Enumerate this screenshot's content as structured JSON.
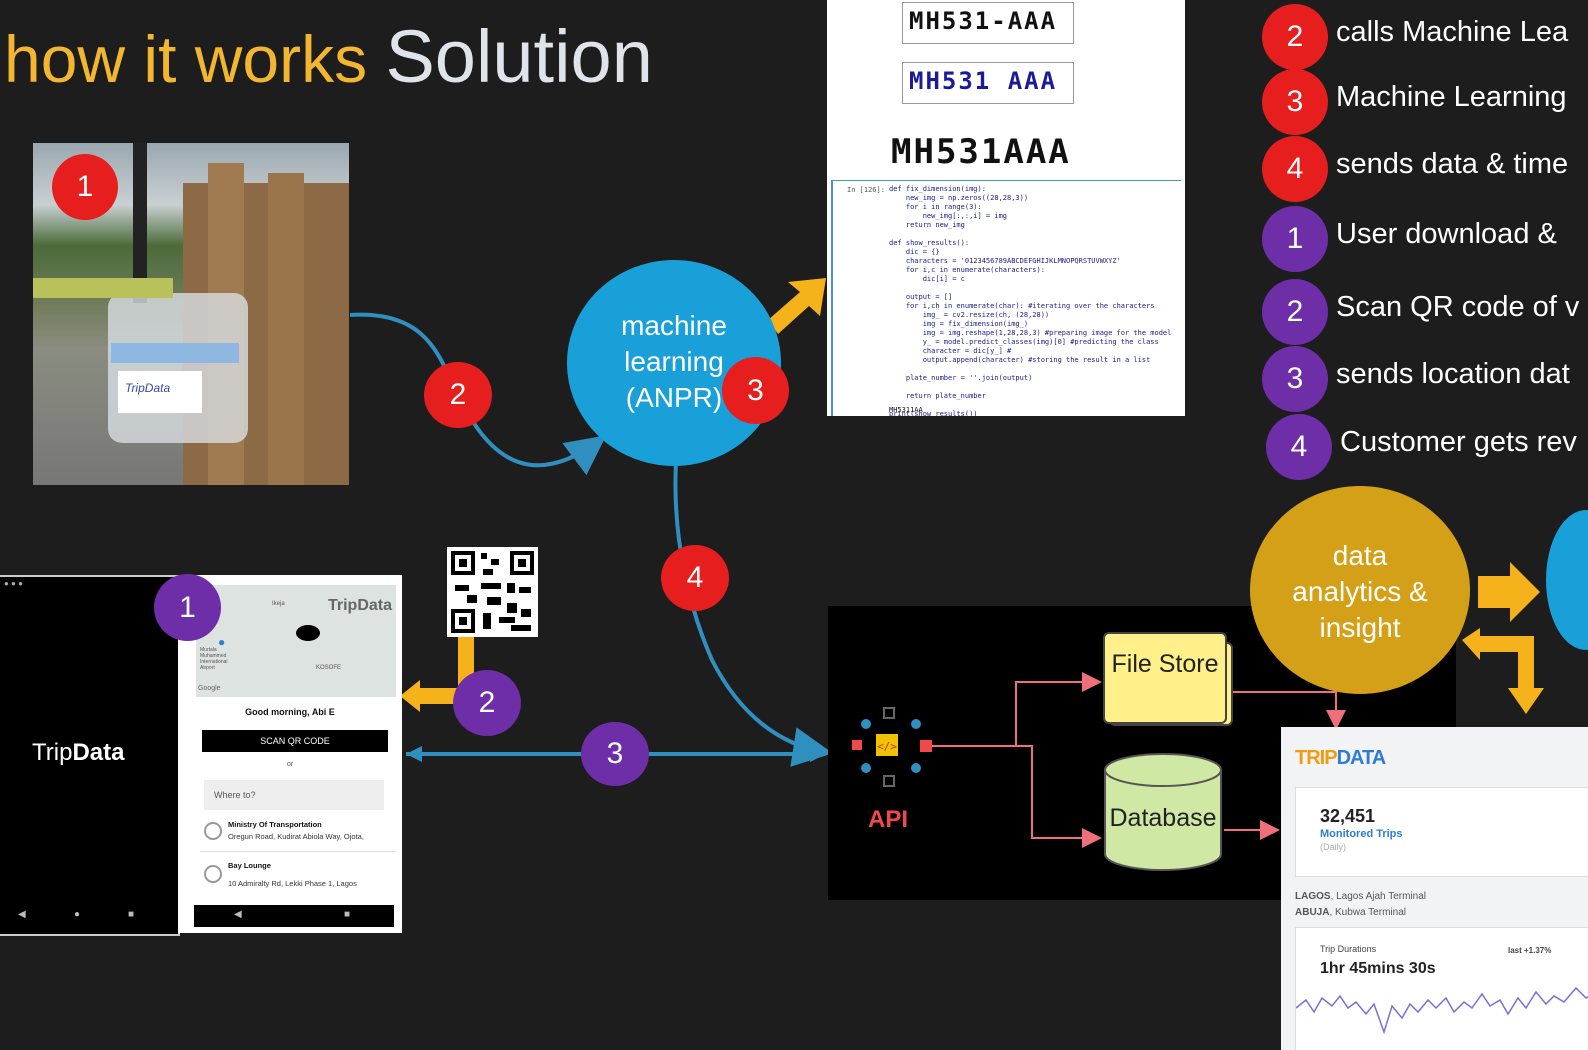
{
  "title": {
    "prefix": "how it works",
    "main": "Solution"
  },
  "legend": [
    {
      "num": "2",
      "color": "red",
      "text": "calls Machine Lea"
    },
    {
      "num": "3",
      "color": "red",
      "text": "Machine Learning"
    },
    {
      "num": "4",
      "color": "red",
      "text": "sends data & time"
    },
    {
      "num": "1",
      "color": "purple",
      "text": "User download &"
    },
    {
      "num": "2",
      "color": "purple",
      "text": "Scan QR code of v"
    },
    {
      "num": "3",
      "color": "purple",
      "text": "sends location dat"
    },
    {
      "num": "4",
      "color": "purple",
      "text": "Customer gets rev"
    }
  ],
  "photo": {
    "sign_text": "TripData"
  },
  "badges": {
    "red_1": "1",
    "red_2": "2",
    "red_3": "3",
    "red_4": "4",
    "purple_1": "1",
    "purple_2": "2",
    "purple_3": "3"
  },
  "ml_node": {
    "text": "machine learning (ANPR)"
  },
  "analytics_node": {
    "text": "data analytics & insight"
  },
  "code_screenshot": {
    "plate_1": "MH531-AAA",
    "plate_2": "MH531 AAA",
    "plate_3": "MH531AAA",
    "cell_label": "In [126]:",
    "code": "def fix_dimension(img):\n    new_img = np.zeros((28,28,3))\n    for i in range(3):\n        new_img[:,:,i] = img\n    return new_img\n\ndef show_results():\n    dic = {}\n    characters = '0123456789ABCDEFGHIJKLMNOPQRSTUVWXYZ'\n    for i,c in enumerate(characters):\n        dic[i] = c\n\n    output = []\n    for i,ch in enumerate(char): #iterating over the characters\n        img_ = cv2.resize(ch, (28,28))\n        img = fix_dimension(img_)\n        img = img.reshape(1,28,28,3) #preparing image for the model\n        y_ = model.predict_classes(img)[0] #predicting the class\n        character = dic[y_] #\n        output.append(character) #storing the result in a list\n\n    plate_number = ''.join(output)\n\n    return plate_number\n\nprint(show_results())",
    "output": "MH5311AA"
  },
  "phone_splash": {
    "brand_a": "Trip",
    "brand_b": "Data"
  },
  "phone_app": {
    "brand": "TripData",
    "greeting": "Good morning, Abi E",
    "scan_button": "SCAN QR CODE",
    "or": "or",
    "where_to": "Where to?",
    "places": [
      {
        "name": "Ministry Of Transportation",
        "address": "Oregun Road, Kudirat Abiola Way, Ojota,"
      },
      {
        "name": "Bay Lounge",
        "address": "10 Admiralty Rd, Lekki Phase 1, Lagos"
      }
    ],
    "map_labels": [
      "Ikeja",
      "Murtala Muhammed International Airport",
      "KOSOFE",
      "Google"
    ]
  },
  "architecture": {
    "api_label": "API",
    "file_store": "File Store",
    "database": "Database"
  },
  "dashboard": {
    "logo": "TRIPDATA",
    "metric_value": "32,451",
    "metric_label": "Monitored Trips",
    "metric_sub": "(Daily)",
    "terminal_1_city": "LAGOS",
    "terminal_1_name": ", Lagos Ajah Terminal",
    "terminal_2_city": "ABUJA",
    "terminal_2_name": ", Kubwa Terminal",
    "durations_label": "Trip Durations",
    "durations_change": "last +1.37%",
    "durations_value": "1hr 45mins 30s"
  },
  "colors": {
    "background": "#1d1d1d",
    "title_orange": "#f2b630",
    "ml_blue": "#1aa0d9",
    "analytics_gold": "#d4a017",
    "arrow_blue": "#2f8fbf",
    "arrow_yellow": "#f5b21b",
    "badge_red": "#e61e1e",
    "badge_purple": "#6e2ea8",
    "api_red": "#f0494a",
    "tripdata_orange": "#f39c12",
    "tripdata_blue": "#2f7dd1"
  }
}
